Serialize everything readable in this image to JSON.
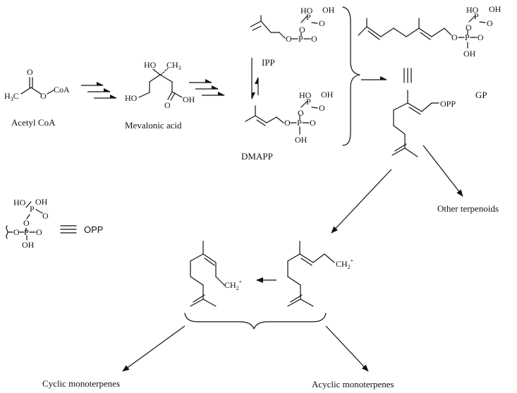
{
  "molecules": {
    "acetyl_coa": {
      "label": "Acetyl CoA",
      "o": "O",
      "h3c": "H",
      "h3c_sub": "3",
      "c": "C",
      "o2": "O",
      "coa": "CoA"
    },
    "mevalonic_acid": {
      "label": "Mevalonic acid",
      "ho_top": "HO",
      "ch3": "CH",
      "ch3_sub": "3",
      "ho_left": "HO",
      "o": "O",
      "oh": "OH"
    },
    "ipp": {
      "label": "IPP"
    },
    "dmapp": {
      "label": "DMAPP"
    },
    "gp": {
      "label": "GP",
      "opp": "OPP"
    },
    "cation": {
      "ch2": "CH",
      "ch2_sub": "2",
      "charge": "+"
    }
  },
  "pyrophosphate": {
    "ho": "HO",
    "oh": "OH",
    "p": "P",
    "o": "O",
    "eq_o": "O",
    "bridge_o": "O"
  },
  "legend": {
    "o_bridge": "O",
    "p": "P",
    "eq_o": "O",
    "oh": "OH",
    "ho": "HO",
    "equiv_label": "OPP"
  },
  "outcomes": {
    "other_terpenoids": "Other terpenoids",
    "cyclic": "Cyclic monoterpenes",
    "acyclic": "Acyclic monoterpenes"
  }
}
